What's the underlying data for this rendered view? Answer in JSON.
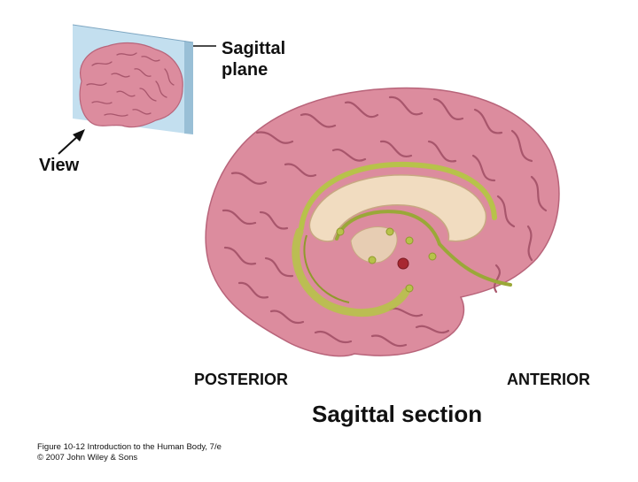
{
  "labels": {
    "plane_line1": "Sagittal",
    "plane_line2": "plane",
    "view": "View",
    "posterior": "POSTERIOR",
    "anterior": "ANTERIOR",
    "section_title": "Sagittal section"
  },
  "caption": {
    "line1": "Figure 10-12 Introduction to the Human Body, 7/e",
    "line2": "© 2007 John Wiley & Sons"
  },
  "colors": {
    "cortex": "#dc8c9e",
    "cortex_dark": "#b8647a",
    "sulcus": "#a8566c",
    "corpus_callosum": "#f1dcc0",
    "limbic": "#b7c24a",
    "limbic_dark": "#8f9a2c",
    "plane": "#b9d9ec",
    "nucleus": "#a82832",
    "text": "#111111"
  }
}
